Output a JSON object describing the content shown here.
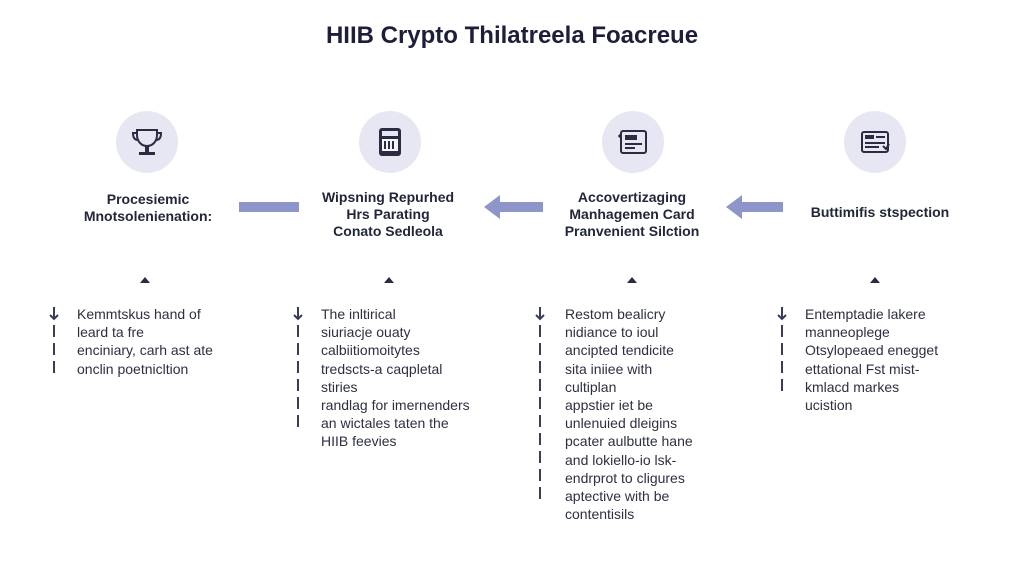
{
  "title": "HIIB Crypto Thilatreela Foacreue",
  "colors": {
    "accent": "#8e95c8",
    "icon_bg": "#e6e7f2",
    "text_dark": "#1d1f3a"
  },
  "steps": [
    {
      "icon": "trophy-icon",
      "label": [
        "Procesiemic",
        "Mnotsolenienation:"
      ],
      "desc": [
        "Kemmtskus hand of",
        "leard ta fre",
        "enciniary, carh ast ate",
        "onclin poetnicltion"
      ]
    },
    {
      "icon": "document-card-icon",
      "label": [
        "Wipsning Repurhed",
        "Hrs Parating",
        "Conato Sedleola"
      ],
      "desc": [
        "The inltirical",
        "siuriacje ouaty",
        "calbiitiomoitytes",
        "tredscts-a caqpletal",
        "stiries",
        "randlag for imernenders",
        "an wictales taten the",
        "HIIB feevies"
      ]
    },
    {
      "icon": "card-management-icon",
      "label": [
        "Accovertizaging",
        "Manhagemen Card",
        "Pranvenient Silction"
      ],
      "desc": [
        "Restom bealicry",
        "nidiance to ioul",
        "ancipted tendicite",
        "sita iniiee with",
        "cultiplan",
        "appstier iet be",
        "unlenuied dleigins",
        "pcater aulbutte hane",
        "and lokiello-io lsk-",
        "endrprot to cligures",
        "aptective with be",
        "contentisils"
      ]
    },
    {
      "icon": "form-checklist-icon",
      "label": [
        "Buttimifis stspection"
      ],
      "desc": [
        "Entemptadie lakere",
        "manneoplege",
        "Otsylopeaed enegget",
        "ettational Fst mist-",
        "kmlacd markes",
        "ucistion"
      ]
    }
  ]
}
